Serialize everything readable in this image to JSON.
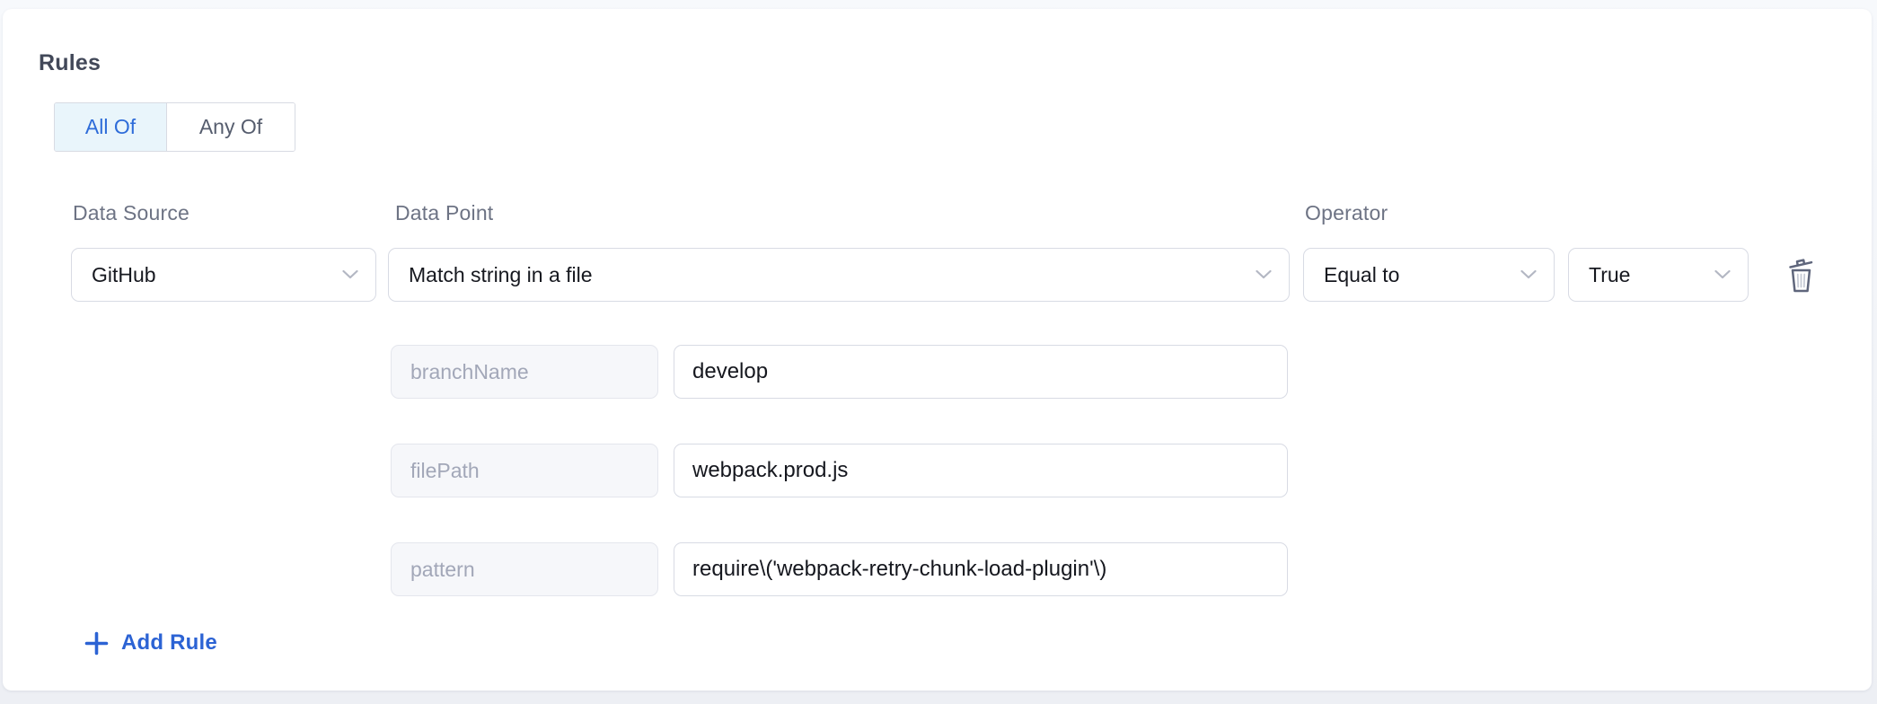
{
  "colors": {
    "accent_blue": "#2e6cd9",
    "selected_toggle_background": "#e9f5fb",
    "page_background": "#f3f6fa",
    "card_background": "#ffffff",
    "input_border": "#d8dbe4",
    "disabled_input_background": "#f6f7fa"
  },
  "icons": {
    "dropdown": "chevron-down-icon",
    "delete": "trash-icon",
    "add": "plus-icon"
  },
  "rules": {
    "title": "Rules",
    "toggle": {
      "all_of_label": "All Of",
      "any_of_label": "Any Of",
      "selected": "All Of"
    },
    "rule": {
      "data_source": {
        "label": "Data Source",
        "value": "GitHub"
      },
      "data_point": {
        "label": "Data Point",
        "value": "Match string in a file"
      },
      "operator": {
        "label": "Operator",
        "value": "Equal to"
      },
      "operand": {
        "value": "True"
      },
      "parameters": [
        {
          "name": "branchName",
          "value": "develop"
        },
        {
          "name": "filePath",
          "value": "webpack.prod.js"
        },
        {
          "name": "pattern",
          "value": "require\\('webpack-retry-chunk-load-plugin'\\)"
        }
      ]
    },
    "add_rule_label": "Add Rule"
  }
}
